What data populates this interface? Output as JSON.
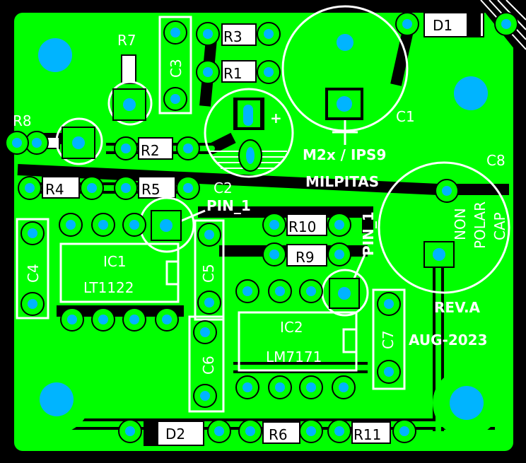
{
  "board": {
    "title_line1": "M2x / IPS9",
    "title_line2": "MILPITAS",
    "revision": "REV.A",
    "date": "AUG-2023",
    "pin1_label": "PIN_1",
    "cap_note_line1": "NON",
    "cap_note_line2": "POLAR",
    "cap_note_line3": "CAP",
    "polarity_mark": "+"
  },
  "components": {
    "R1": "R1",
    "R2": "R2",
    "R3": "R3",
    "R4": "R4",
    "R5": "R5",
    "R6": "R6",
    "R7": "R7",
    "R8": "R8",
    "R9": "R9",
    "R10": "R10",
    "R11": "R11",
    "C1": "C1",
    "C2": "C2",
    "C3": "C3",
    "C4": "C4",
    "C5": "C5",
    "C6": "C6",
    "C7": "C7",
    "C8": "C8",
    "D1": "D1",
    "D2": "D2",
    "IC1": "IC1",
    "IC1_part": "LT1122",
    "IC2": "IC2",
    "IC2_part": "LM7171"
  },
  "colors": {
    "background": "#000000",
    "copper": "#00ff00",
    "drill": "#00b4ff",
    "silkscreen": "#ffffff"
  }
}
